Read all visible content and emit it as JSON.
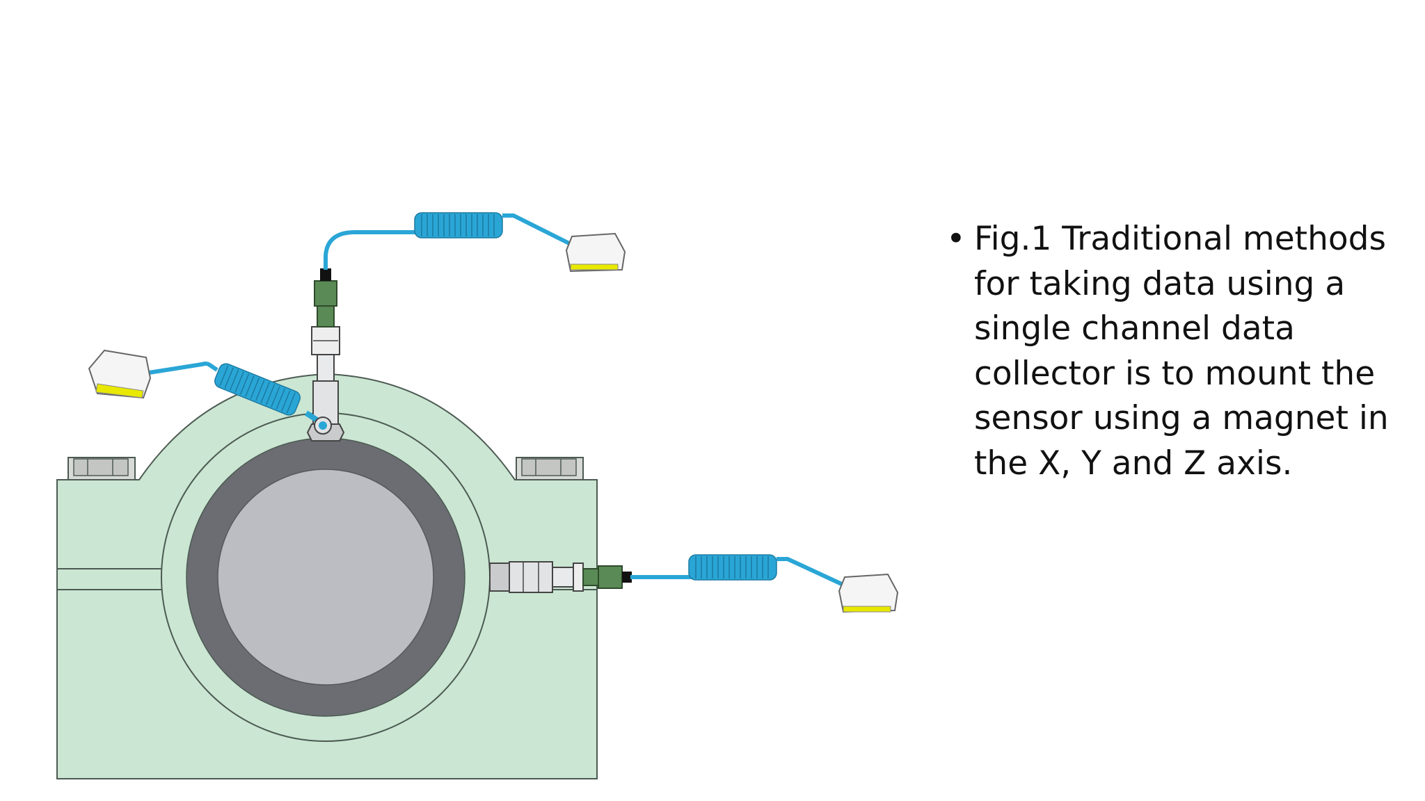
{
  "slide": {
    "caption_bullets": [
      "Fig.1 Traditional methods for taking data using a single channel data collector is to mount the sensor using a magnet in the X, Y and Z axis."
    ]
  },
  "diagram": {
    "colors": {
      "housing": "#cbe6d3",
      "outline": "#4c5a52",
      "bearing_ring": "#6b6d72",
      "shaft": "#bcbdc2",
      "cable": "#2aa6d6",
      "connector": "#5a8a55",
      "probe_label": "#e8e800"
    },
    "components": [
      {
        "name": "pillow-block-housing"
      },
      {
        "name": "bearing"
      },
      {
        "name": "shaft"
      },
      {
        "name": "accelerometer-sensor",
        "axis": "Z"
      },
      {
        "name": "accelerometer-sensor",
        "axis": "X"
      },
      {
        "name": "accelerometer-sensor",
        "axis": "Y"
      },
      {
        "name": "coiled-cable"
      },
      {
        "name": "data-collector-plug"
      }
    ]
  }
}
